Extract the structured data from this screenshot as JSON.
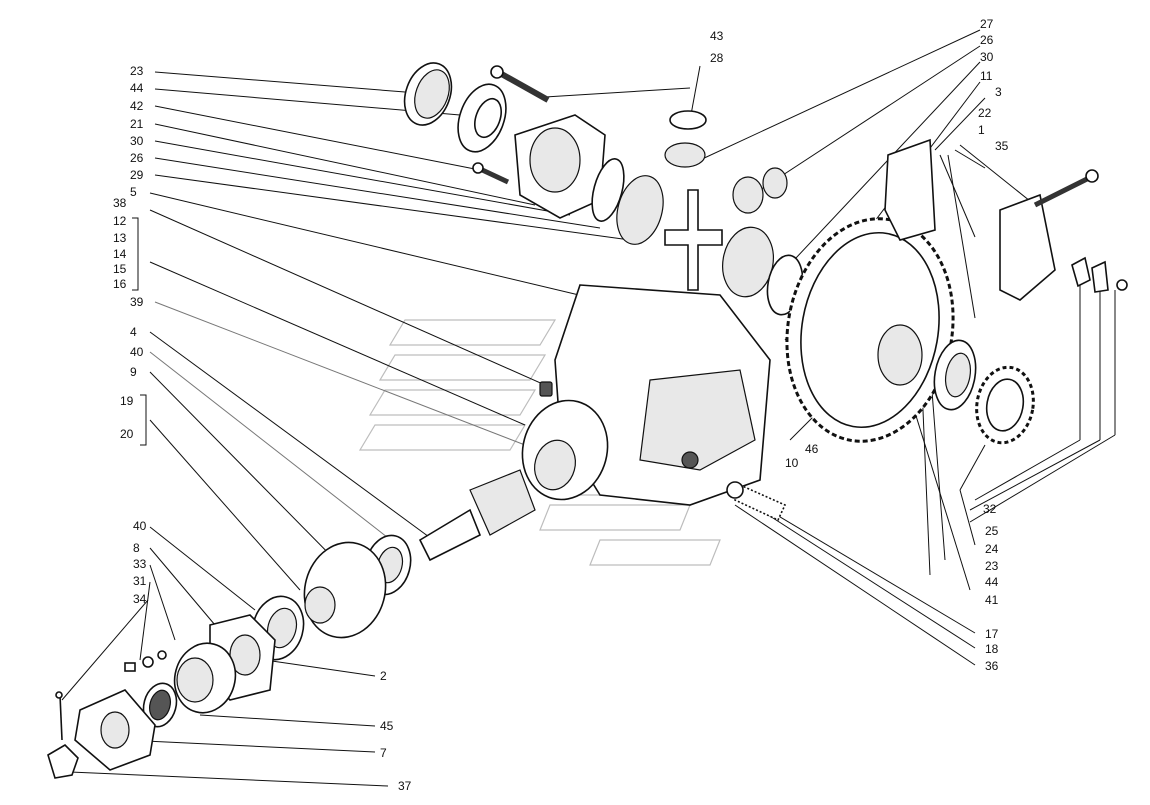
{
  "diagram": {
    "labels": {
      "l43": "43",
      "l28": "28",
      "l23a": "23",
      "l44a": "44",
      "l42": "42",
      "l21": "21",
      "l30a": "30",
      "l26a": "26",
      "l29": "29",
      "l5": "5",
      "l38": "38",
      "l12": "12",
      "l13": "13",
      "l14": "14",
      "l15": "15",
      "l16": "16",
      "l39": "39",
      "l4": "4",
      "l40a": "40",
      "l9": "9",
      "l19": "19",
      "l20": "20",
      "l40b": "40",
      "l8": "8",
      "l33": "33",
      "l31": "31",
      "l34": "34",
      "l2": "2",
      "l45": "45",
      "l7": "7",
      "l37": "37",
      "l27": "27",
      "l26b": "26",
      "l30b": "30",
      "l11": "11",
      "l3": "3",
      "l22": "22",
      "l1": "1",
      "l35": "35",
      "l10": "10",
      "l46": "46",
      "l32": "32",
      "l25": "25",
      "l24": "24",
      "l23b": "23",
      "l44b": "44",
      "l41": "41",
      "l17": "17",
      "l18": "18",
      "l36": "36"
    }
  }
}
